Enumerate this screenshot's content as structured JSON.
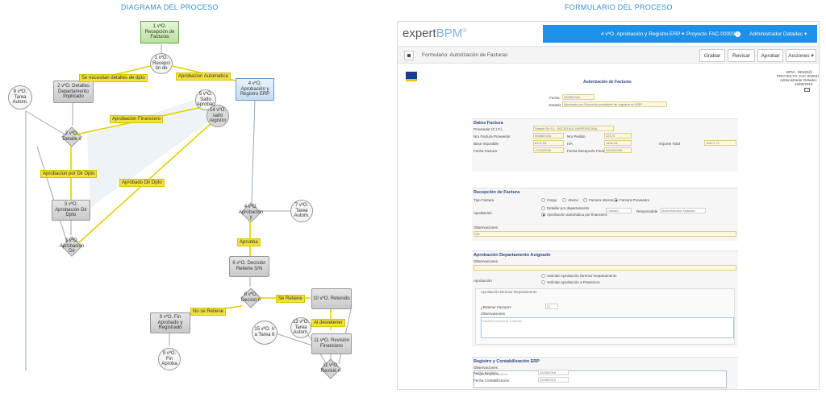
{
  "titles": {
    "diagram": "DIAGRAMA DEL PROCESO",
    "form": "FORMULARIO DEL PROCESO"
  },
  "diagram": {
    "nodes": {
      "n1": "1 vºO. Recepción de Facturas",
      "n1d": "1 vºO. Recepci ón de",
      "n2": "2 vºO. Detalles Departamento Implicado",
      "n2d": "2 vºO. Detalle s",
      "n3": "3 vºO. Aprobación Dir Dpto",
      "n3d": "3 vºO. Aprobación Dir",
      "n4": "4 vºO. Aprobación y Registro ERP",
      "n4d": "4 vºO. Aprobación y",
      "n5": "5 vºO. Salto Aprobac",
      "n14": "14 vºO. salto registro",
      "n6": "6 vºO. Decisión Retiene S/N",
      "n6d": "6 vºO. Decisió n",
      "n7": "7 vºO. Tarea Autom.",
      "n8": "8 vºO. Tarea Autom.",
      "n9": "9 vºO. Fin Aprobado y Registrado",
      "n9c": "9 vºO. Fin Aproba",
      "n10": "10 vºO. Retenido",
      "n11": "11 vºO. Revisión Financiero",
      "n11d": "11 vºO. Revisió n",
      "n13": "13 vºO. Tarea Autom.",
      "n15": "15 vºO. Ir a Tarea 6"
    },
    "edge_labels": {
      "l1": "Se necesitan detalles de dpto",
      "l2": "Aprobacion Automatica",
      "l3": "Aprobacion Financiero",
      "l4": "Aprobacion por Dir Dpto",
      "l5": "Aprobado Dir Dpto",
      "l6": "Aprueba",
      "l7": "Se Retiene",
      "l8": "No se Retiene",
      "l9": "Al desretener"
    }
  },
  "form": {
    "logo_main": "expert",
    "logo_accent": "BPM",
    "logo_sup": "®",
    "header": {
      "task": "4 vºO. Aprobación y Registro ERP ▾",
      "project": "Proyecto FAC-000037",
      "user": "Administrador Datadec"
    },
    "breadcrumb": "Formulario: Autorización de Facturas",
    "buttons": {
      "save": "Grabar",
      "review": "Revisar",
      "approve": "Aprobar",
      "actions": "Acciones ▾"
    },
    "doc": {
      "title": "Autorización de Facturas",
      "meta": [
        "BPM - DEMO@",
        "PROYECTO: FAC-000037",
        "Administrador Datadec",
        "22/09/2019"
      ],
      "fecha_label": "Fecha:",
      "fecha": "22/08/2019",
      "estado_label": "Estado:",
      "estado": "Aprobado por Dirección pendiente de registrar en ERP",
      "datos": {
        "title": "Datos Factura",
        "proveedor_label": "Proveedor (C.I.F.)",
        "proveedor": "Dealsit Sir S.L. SOCIEDAD UNIPERSONAL",
        "nfp_label": "Nro Factura Proveedor",
        "nfp": "903887003",
        "npedido_label": "Nro Pedido",
        "npedido": "22175",
        "base_label": "Base Imponible",
        "base": "8114,54",
        "iva_label": "IVA",
        "iva": "1456,28",
        "total_label": "Importe Total",
        "total": "10571,72",
        "ffactura_label": "Fecha Factura",
        "ffactura": "17/09/2009",
        "frecep_label": "Fecha Recepción Factura",
        "frecep": "09/09/2009"
      },
      "recepcion": {
        "title": "Recepción de Factura",
        "tipo_label": "Tipo Factura",
        "tipos": [
          "Cargo",
          "Abono",
          "Factura Interna",
          "Factura Proveedor"
        ],
        "aprob_label": "Aprobación",
        "aprob_opts": [
          "Detallar por departamento",
          "Aprobación automática por financiero"
        ],
        "calidad": "Calidad",
        "resp_label": "Responsable",
        "resp": "Administrador Datadec",
        "obs_label": "Observaciones",
        "obs": "OK"
      },
      "aprobacion": {
        "title": "Aprobación Departamento Asignado",
        "obs_label": "Observaciones",
        "aprob_label": "Aprobación",
        "opts": [
          "Solicitar Aprobación Director Departamento",
          "Solicitar Aprobación a Financiero"
        ],
        "subtitle": "Aprobación Director Departamento",
        "retener_label": "¿Retener Factura?",
        "retener": "Si",
        "obs2_label": "Observaciones",
        "obs2": "Factura incorrecta a retener"
      },
      "registro": {
        "title": "Registro y Contabilización ERP",
        "obs_label": "Observaciones",
        "obs": "Registrar y contabilizar",
        "freg_label": "Fecha Registro",
        "freg": "22/08/2016",
        "fcont_label": "Fecha Contabilización",
        "fcont": "22/08/2016"
      }
    }
  }
}
